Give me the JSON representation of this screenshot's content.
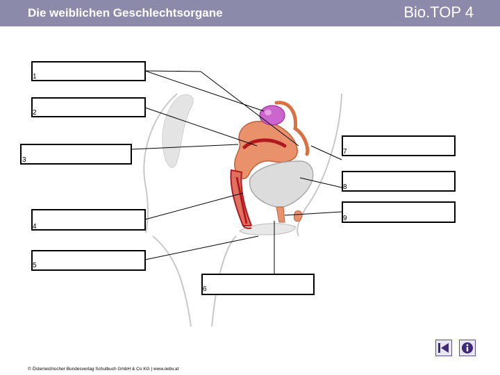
{
  "header": {
    "title": "Die weiblichen Geschlechtsorgane",
    "brand": "Bio.TOP 4"
  },
  "labels": [
    "1",
    "2",
    "3",
    "4",
    "5",
    "6",
    "7",
    "8",
    "9"
  ],
  "footer": {
    "copyright": "© Österreichischer Bundesverlag Schulbuch GmbH & Co KG | www.oebv.at"
  },
  "nav": {
    "back_icon": "skip-back-icon",
    "info_icon": "info-icon"
  },
  "colors": {
    "header": "#8b8aab",
    "uterus": "#e8916a",
    "ovary": "#cc66cc",
    "bladder": "#dcdcdc",
    "canal": "#b0191d"
  }
}
